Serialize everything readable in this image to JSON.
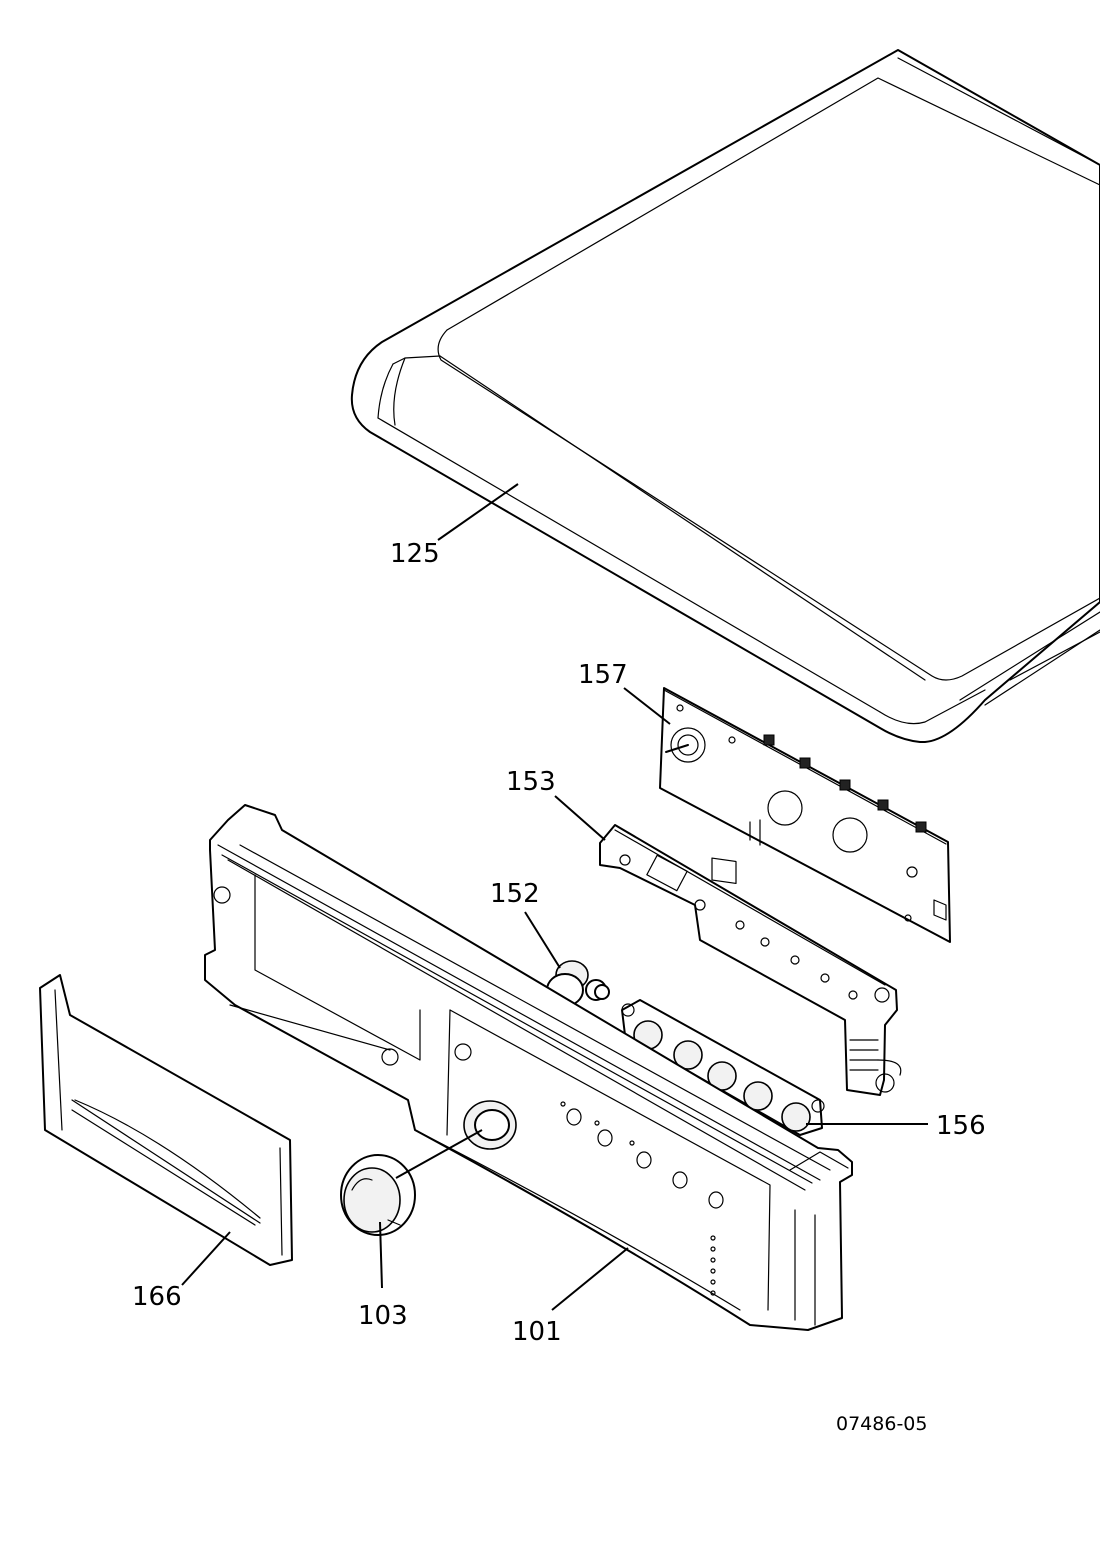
{
  "diagram": {
    "drawing_number": "07486-05",
    "callouts": [
      {
        "id": "125"
      },
      {
        "id": "157"
      },
      {
        "id": "153"
      },
      {
        "id": "152"
      },
      {
        "id": "156"
      },
      {
        "id": "166"
      },
      {
        "id": "103"
      },
      {
        "id": "101"
      }
    ]
  }
}
